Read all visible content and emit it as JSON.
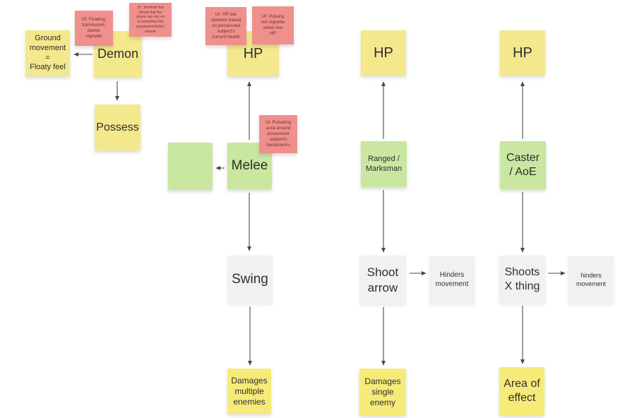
{
  "board": {
    "background": "#ffffff",
    "colors": {
      "sticky_yellow": "#F3E88C",
      "sticky_yellow_bright": "#F6EB79",
      "sticky_green": "#C9E7A1",
      "sticky_pink": "#F0908D",
      "sticky_gray": "#F1F1F2",
      "arrow": "#4a4a4a"
    }
  },
  "notes": {
    "ground": {
      "text": "Ground\nmovement\n=\nFloaty feel"
    },
    "ui_floating": {
      "text": "UI: Floating,\ntranslucent,\ndarker\nvignette"
    },
    "ui_terminal": {
      "text": "UI: 'Terminal' bar\nformat that the\nplayer can rely on\nto sense/feel the\npossessed body's\nvolume"
    },
    "demon": {
      "text": "Demon"
    },
    "possess": {
      "text": "Possess"
    },
    "ui_hp_bar": {
      "text": "UI: HP bar\nupdates based\non possessed\nsubject's\ncurrent health"
    },
    "ui_pulsing": {
      "text": "UI: Pulsing\nred vignette\nwhen low\nHP"
    },
    "hp_melee": {
      "text": "HP"
    },
    "ui_aura": {
      "text": "UI: Pulsating\naura around\npossessed\nsubject's\nhands/arms"
    },
    "green_blank": {
      "text": ""
    },
    "melee": {
      "text": "Melee"
    },
    "swing": {
      "text": "Swing"
    },
    "damages_multiple": {
      "text": "Damages\nmultiple\nenemies"
    },
    "hp_ranged": {
      "text": "HP"
    },
    "ranged": {
      "text": "Ranged /\nMarksman"
    },
    "shoot_arrow": {
      "text": "Shoot\narrow"
    },
    "hinders_ranged": {
      "text": "Hinders\nmovement"
    },
    "damages_single": {
      "text": "Damages\nsingle\nenemy"
    },
    "hp_caster": {
      "text": "HP"
    },
    "caster": {
      "text": "Caster\n/ AoE"
    },
    "shoots_x": {
      "text": "Shoots\nX thing"
    },
    "hinders_caster": {
      "text": "hinders\nmovement"
    },
    "area_effect": {
      "text": "Area of\neffect"
    }
  }
}
